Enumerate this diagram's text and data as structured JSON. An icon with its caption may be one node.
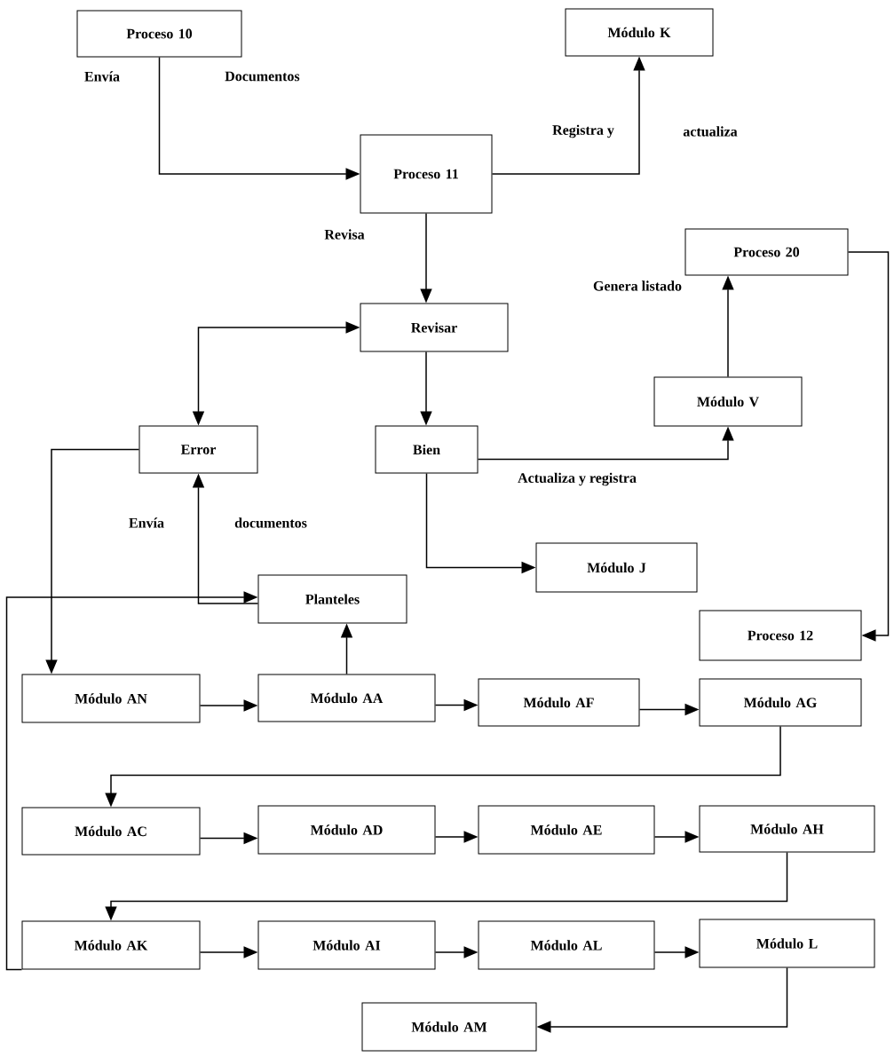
{
  "diagram": {
    "nodes": [
      {
        "text": [
          "Proceso 10"
        ]
      },
      {
        "text": [
          "Módulo K"
        ]
      },
      {
        "text": [
          "Proceso 11"
        ]
      },
      {
        "text": [
          "Proceso 20"
        ]
      },
      {
        "text": [
          "Revisar"
        ]
      },
      {
        "text": [
          "Módulo V"
        ]
      },
      {
        "text": [
          "Error"
        ]
      },
      {
        "text": [
          "Bien"
        ]
      },
      {
        "text": [
          "Módulo J"
        ]
      },
      {
        "text": [
          "Planteles"
        ]
      },
      {
        "text": [
          "Proceso 12"
        ]
      },
      {
        "text": [
          "Módulo AN"
        ]
      },
      {
        "text": [
          "Módulo AA"
        ]
      },
      {
        "text": [
          "Módulo AF"
        ]
      },
      {
        "text": [
          "Módulo AG"
        ]
      },
      {
        "text": [
          "Módulo AC"
        ]
      },
      {
        "text": [
          "Módulo AD"
        ]
      },
      {
        "text": [
          "Módulo AE"
        ]
      },
      {
        "text": [
          "Módulo AH"
        ]
      },
      {
        "text": [
          "Módulo AK"
        ]
      },
      {
        "text": [
          "Módulo AI"
        ]
      },
      {
        "text": [
          "Módulo AL"
        ]
      },
      {
        "text": [
          "Módulo L"
        ]
      },
      {
        "text": [
          "Módulo AM"
        ]
      }
    ],
    "edges": [
      {
        "from": 0,
        "to": 2,
        "arrow": "to"
      },
      {
        "from": 2,
        "to": 1,
        "arrow": "to"
      },
      {
        "from": 2,
        "to": 4,
        "arrow": "to",
        "label": "Revisa"
      },
      {
        "from": 5,
        "to": 3,
        "arrow": "to",
        "label": "Genera listado"
      },
      {
        "from": 3,
        "to": 10,
        "arrow": "to"
      },
      {
        "from": 6,
        "to": 4,
        "arrow": "both"
      },
      {
        "from": 4,
        "to": 7,
        "arrow": "to"
      },
      {
        "from": 7,
        "to": 5,
        "arrow": "to",
        "label": "Actualiza y registra"
      },
      {
        "from": 7,
        "to": 8,
        "arrow": "to"
      },
      {
        "from": 6,
        "to": 11,
        "arrow": "to"
      },
      {
        "from": 9,
        "to": 6,
        "arrow": "to"
      },
      {
        "from": 19,
        "to": 9,
        "arrow": "to"
      },
      {
        "from": 12,
        "to": 9,
        "arrow": "to"
      },
      {
        "from": 11,
        "to": 12,
        "arrow": "to"
      },
      {
        "from": 12,
        "to": 13,
        "arrow": "to"
      },
      {
        "from": 13,
        "to": 14,
        "arrow": "to"
      },
      {
        "from": 14,
        "to": 15,
        "arrow": "to"
      },
      {
        "from": 15,
        "to": 16,
        "arrow": "to"
      },
      {
        "from": 16,
        "to": 17,
        "arrow": "to"
      },
      {
        "from": 17,
        "to": 18,
        "arrow": "to"
      },
      {
        "from": 18,
        "to": 19,
        "arrow": "to"
      },
      {
        "from": 19,
        "to": 20,
        "arrow": "to"
      },
      {
        "from": 20,
        "to": 21,
        "arrow": "to"
      },
      {
        "from": 21,
        "to": 22,
        "arrow": "to"
      },
      {
        "from": 22,
        "to": 23,
        "arrow": "to"
      }
    ],
    "labels": [
      "Envía",
      "Documentos",
      "Registra y",
      "actualiza",
      "Envía",
      "documentos"
    ]
  }
}
